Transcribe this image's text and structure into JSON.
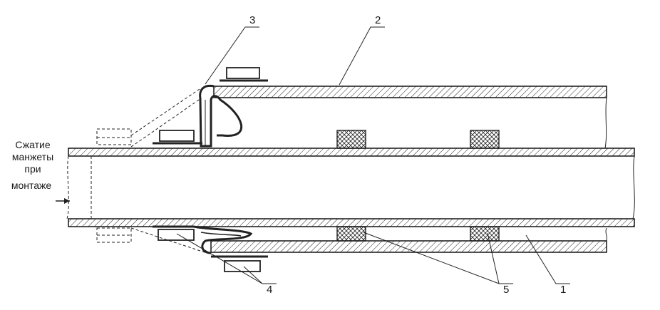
{
  "annotation": {
    "lines": [
      "Сжатие",
      "манжеты",
      "при",
      "монтаже"
    ]
  },
  "callouts": {
    "n1": "1",
    "n2": "2",
    "n3": "3",
    "n4": "4",
    "n5": "5"
  }
}
